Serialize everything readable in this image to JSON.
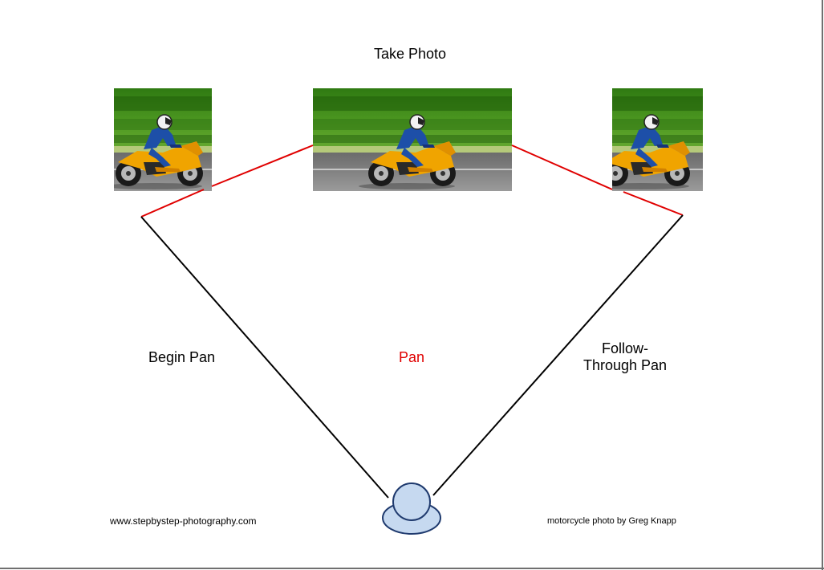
{
  "labels": {
    "take_photo": "Take Photo",
    "begin_pan": "Begin Pan",
    "pan": "Pan",
    "follow_through_line1": "Follow-",
    "follow_through_line2": "Through Pan",
    "website": "www.stepbystep-photography.com",
    "credit": "motorcycle photo by Greg Knapp"
  },
  "colors": {
    "pan_highlight": "#e00000",
    "sight_line": "#000000",
    "person_fill": "#c6d9f0",
    "person_stroke": "#1f3a6e"
  },
  "photos": [
    "left-cropped-motorcycle-photo",
    "center-motorcycle-photo",
    "right-cropped-motorcycle-photo"
  ],
  "icons": [
    "photographer-icon"
  ]
}
